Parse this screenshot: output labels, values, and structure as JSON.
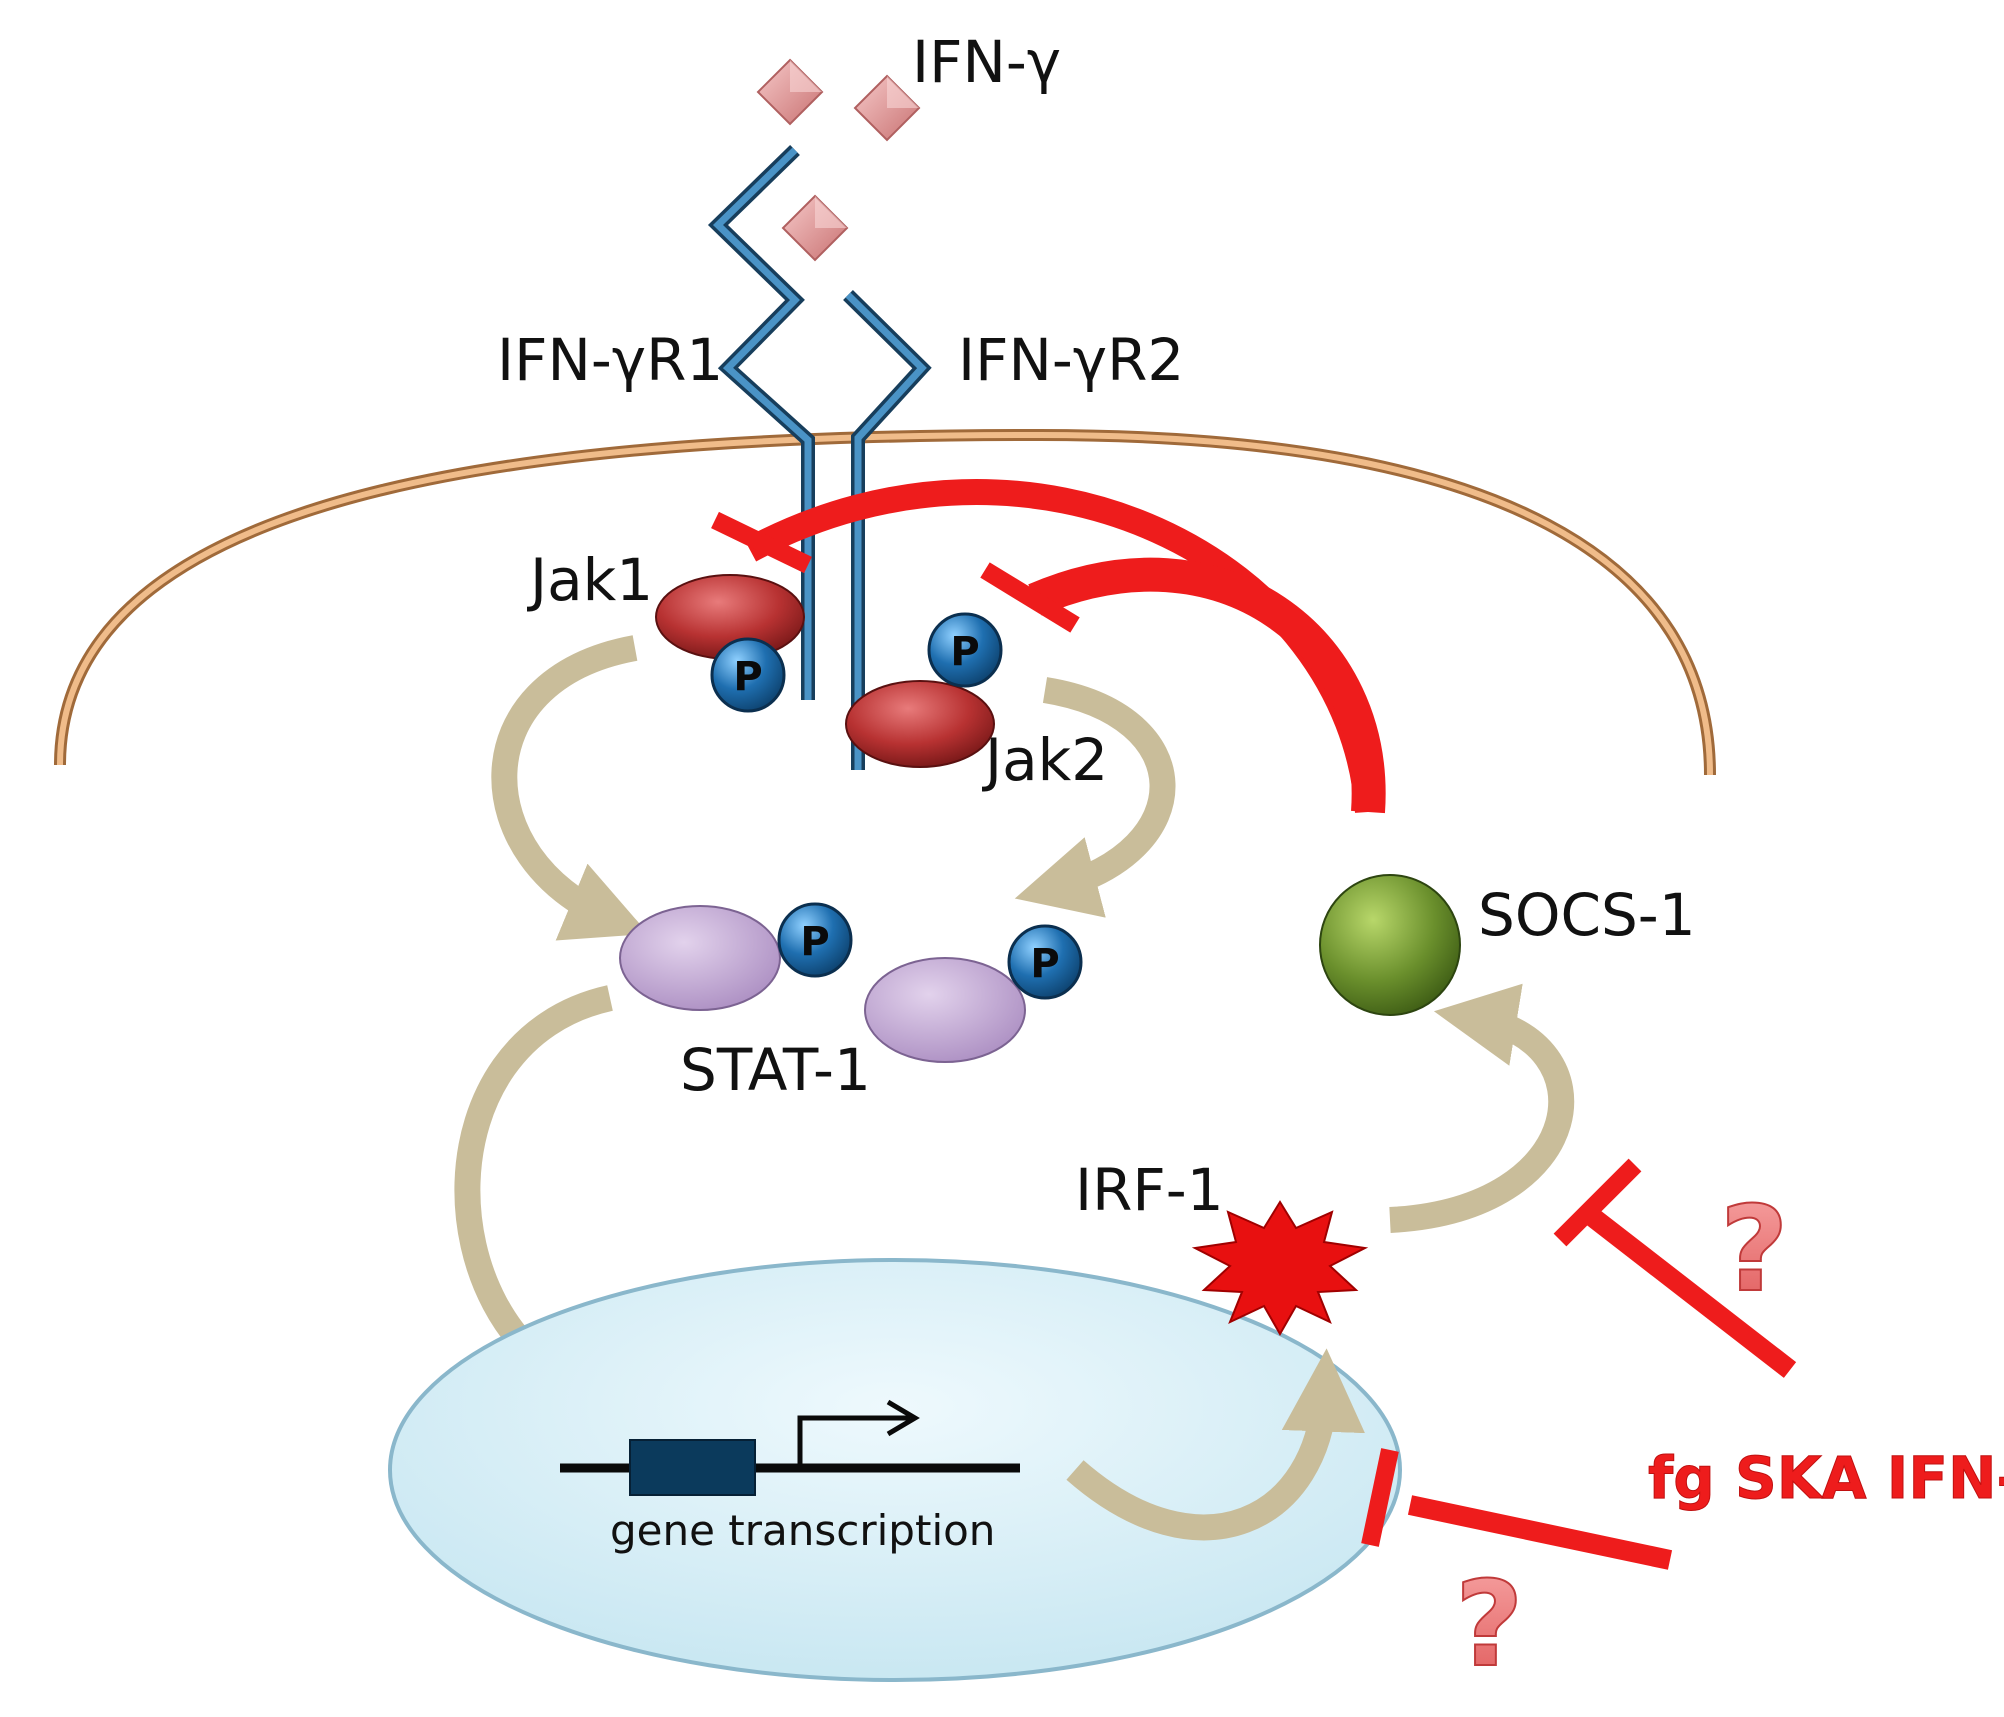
{
  "labels": {
    "ifn_gamma": "IFN-γ",
    "receptor_1": "IFN-γR1",
    "receptor_2": "IFN-γR2",
    "jak1": "Jak1",
    "jak2": "Jak2",
    "stat1": "STAT-1",
    "socs1": "SOCS-1",
    "irf1": "IRF-1",
    "gene_transcription": "gene transcription",
    "treatment": "fg SKA IFN-γ",
    "phospho": "P",
    "question": "?"
  },
  "colors": {
    "receptor": "#2b6f9f",
    "membrane": "#d99a66",
    "jak": "#b83232",
    "stat": "#c4a9d4",
    "phospho": "#1f6fb0",
    "socs": "#6a8f2c",
    "irf": "#e81010",
    "inhibition": "#ee1c1c",
    "activation_arrow": "#c9bd9a",
    "nucleus": "#dff3fa",
    "ligand": "#e49a9a"
  }
}
